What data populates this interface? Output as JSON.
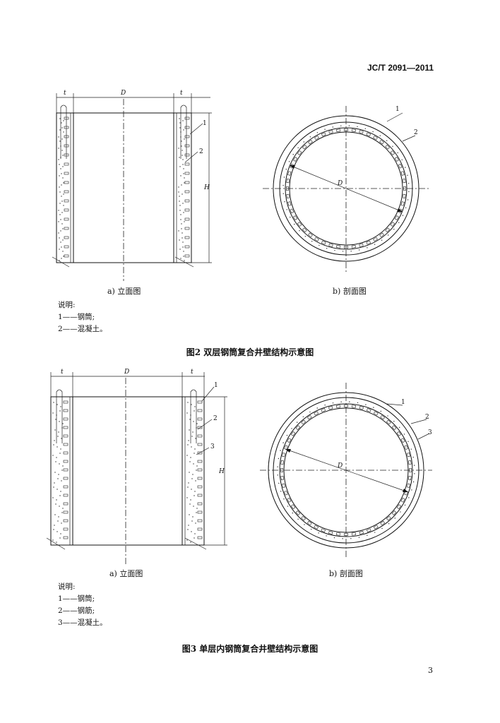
{
  "header": {
    "standard_code": "JC/T 2091—2011"
  },
  "figure2": {
    "caption_a": "a) 立面图",
    "caption_b": "b) 剖面图",
    "notes_title": "说明:",
    "notes": [
      "1——钢筒;",
      "2——混凝土。"
    ],
    "title": "图2   双层钢筒复合井壁结构示意图",
    "dim_labels": {
      "t": "t",
      "D": "D",
      "H": "H"
    },
    "callouts": [
      "1",
      "2"
    ]
  },
  "figure3": {
    "caption_a": "a) 立面图",
    "caption_b": "b) 剖面图",
    "notes_title": "说明:",
    "notes": [
      "1——钢筒;",
      "2——钢筋;",
      "3——混凝土。"
    ],
    "title": "图3   单层内钢筒复合井壁结构示意图",
    "dim_labels": {
      "t": "t",
      "D": "D",
      "H": "H"
    },
    "callouts": [
      "1",
      "2",
      "3"
    ]
  },
  "footer": {
    "page_number": "3"
  }
}
